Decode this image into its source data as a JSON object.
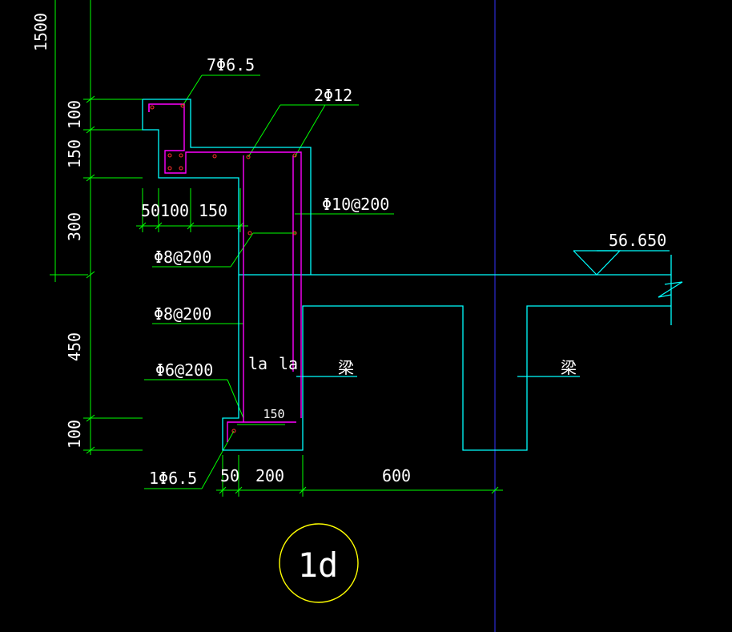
{
  "labels": {
    "dim_1500": "1500",
    "dim_100_top": "100",
    "dim_150_left": "150",
    "dim_300": "300",
    "dim_450": "450",
    "dim_100_bottom": "100",
    "dim_50_top": "50",
    "dim_100_mid": "100",
    "dim_150_top": "150",
    "dim_50_bottom": "50",
    "dim_200_bottom": "200",
    "dim_600": "600",
    "dim_150_hook": "150",
    "rebar_7phi65": "7Φ6.5",
    "rebar_2phi12": "2Φ12",
    "rebar_phi10_200": "Φ10@200",
    "rebar_phi8_200_a": "Φ8@200",
    "rebar_phi8_200_b": "Φ8@200",
    "rebar_phi6_200": "Φ6@200",
    "rebar_1phi65": "1Φ6.5",
    "la_left": "la",
    "la_right": "la",
    "beam_left": "梁",
    "beam_right": "梁",
    "elevation": "56.650",
    "detail_id": "1d"
  },
  "colors": {
    "background": "#000000",
    "concrete_outline": "#00ffff",
    "rebar": "#ff00ff",
    "dimension": "#00ff00",
    "text": "#ffffff",
    "grid_axis": "#3333ff",
    "rebar_dot": "#ff3030",
    "detail_circle": "#ffff00"
  }
}
